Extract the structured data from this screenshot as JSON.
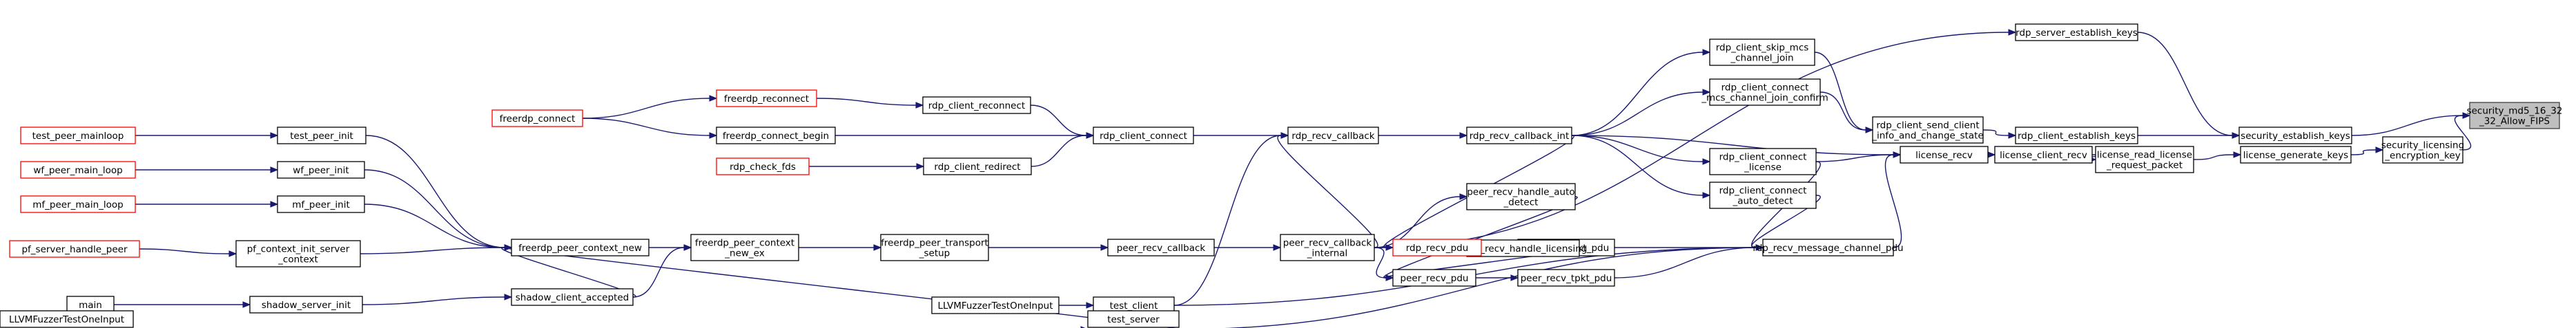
{
  "graph": {
    "nodes": [
      {
        "id": "security_md5",
        "label": [
          "security_md5_16_32",
          "_32_Allow_FIPS"
        ],
        "root": true
      },
      {
        "id": "security_establish_keys",
        "label": [
          "security_establish_keys"
        ]
      },
      {
        "id": "security_licensing_encryption_key",
        "label": [
          "security_licensing",
          "_encryption_key"
        ]
      },
      {
        "id": "rdp_server_establish_keys",
        "label": [
          "rdp_server_establish_keys"
        ]
      },
      {
        "id": "rdp_client_establish_keys",
        "label": [
          "rdp_client_establish_keys"
        ]
      },
      {
        "id": "license_generate_keys",
        "label": [
          "license_generate_keys"
        ]
      },
      {
        "id": "rdp_client_send_client_info",
        "label": [
          "rdp_client_send_client",
          "_info_and_change_state"
        ]
      },
      {
        "id": "license_read_license_request_packet",
        "label": [
          "license_read_license",
          "_request_packet"
        ]
      },
      {
        "id": "rdp_client_skip_mcs",
        "label": [
          "rdp_client_skip_mcs",
          "_channel_join"
        ]
      },
      {
        "id": "rdp_client_connect_mcs",
        "label": [
          "rdp_client_connect",
          "_mcs_channel_join_confirm"
        ]
      },
      {
        "id": "license_client_recv",
        "label": [
          "license_client_recv"
        ]
      },
      {
        "id": "license_recv",
        "label": [
          "license_recv"
        ]
      },
      {
        "id": "rdp_recv_callback_int",
        "label": [
          "rdp_recv_callback_int"
        ]
      },
      {
        "id": "rdp_client_connect_license",
        "label": [
          "rdp_client_connect",
          "_license"
        ]
      },
      {
        "id": "rdp_recv_message_channel_pdu",
        "label": [
          "rdp_recv_message_channel_pdu"
        ]
      },
      {
        "id": "rdp_recv_callback",
        "label": [
          "rdp_recv_callback"
        ]
      },
      {
        "id": "peer_recv_callback_internal",
        "label": [
          "peer_recv_callback",
          "_internal"
        ]
      },
      {
        "id": "rdp_client_connect_auto_detect",
        "label": [
          "rdp_client_connect",
          "_auto_detect"
        ]
      },
      {
        "id": "rdp_recv_tpkt_pdu",
        "label": [
          "rdp_recv_tpkt_pdu"
        ]
      },
      {
        "id": "peer_recv_tpkt_pdu",
        "label": [
          "peer_recv_tpkt_pdu"
        ]
      },
      {
        "id": "rdp_client_connect",
        "label": [
          "rdp_client_connect"
        ]
      },
      {
        "id": "test_client",
        "label": [
          "test_client"
        ]
      },
      {
        "id": "peer_recv_callback",
        "label": [
          "peer_recv_callback"
        ]
      },
      {
        "id": "peer_recv_handle_auto_detect",
        "label": [
          "peer_recv_handle_auto",
          "_detect"
        ]
      },
      {
        "id": "peer_recv_handle_licensing",
        "label": [
          "peer_recv_handle_licensing"
        ]
      },
      {
        "id": "rdp_recv_pdu",
        "label": [
          "rdp_recv_pdu"
        ],
        "truncated": true
      },
      {
        "id": "peer_recv_pdu",
        "label": [
          "peer_recv_pdu"
        ]
      },
      {
        "id": "test_server",
        "label": [
          "test_server"
        ]
      },
      {
        "id": "rdp_client_reconnect",
        "label": [
          "rdp_client_reconnect"
        ]
      },
      {
        "id": "rdp_client_redirect",
        "label": [
          "rdp_client_redirect"
        ]
      },
      {
        "id": "freerdp_connect_begin",
        "label": [
          "freerdp_connect_begin"
        ]
      },
      {
        "id": "freerdp_reconnect",
        "label": [
          "freerdp_reconnect"
        ],
        "truncated": true
      },
      {
        "id": "freerdp_connect",
        "label": [
          "freerdp_connect"
        ],
        "truncated": true
      },
      {
        "id": "rdp_check_fds",
        "label": [
          "rdp_check_fds"
        ],
        "truncated": true
      },
      {
        "id": "freerdp_peer_transport_setup",
        "label": [
          "freerdp_peer_transport",
          "_setup"
        ]
      },
      {
        "id": "freerdp_peer_context_new_ex",
        "label": [
          "freerdp_peer_context",
          "_new_ex"
        ]
      },
      {
        "id": "freerdp_peer_context_new",
        "label": [
          "freerdp_peer_context_new"
        ]
      },
      {
        "id": "shadow_client_accepted",
        "label": [
          "shadow_client_accepted"
        ]
      },
      {
        "id": "test_peer_init",
        "label": [
          "test_peer_init"
        ]
      },
      {
        "id": "wf_peer_init",
        "label": [
          "wf_peer_init"
        ]
      },
      {
        "id": "mf_peer_init",
        "label": [
          "mf_peer_init"
        ]
      },
      {
        "id": "pf_context_init_server_context",
        "label": [
          "pf_context_init_server",
          "_context"
        ]
      },
      {
        "id": "shadow_server_init",
        "label": [
          "shadow_server_init"
        ]
      },
      {
        "id": "test_peer_mainloop",
        "label": [
          "test_peer_mainloop"
        ],
        "truncated": true
      },
      {
        "id": "wf_peer_main_loop",
        "label": [
          "wf_peer_main_loop"
        ],
        "truncated": true
      },
      {
        "id": "mf_peer_main_loop",
        "label": [
          "mf_peer_main_loop"
        ],
        "truncated": true
      },
      {
        "id": "pf_server_handle_peer",
        "label": [
          "pf_server_handle_peer"
        ],
        "truncated": true
      },
      {
        "id": "main",
        "label": [
          "main"
        ]
      },
      {
        "id": "llvm_fuzzer_1",
        "label": [
          "LLVMFuzzerTestOneInput"
        ]
      },
      {
        "id": "llvm_fuzzer_2",
        "label": [
          "LLVMFuzzerTestOneInput"
        ]
      }
    ],
    "edges": [
      [
        "security_establish_keys",
        "security_md5"
      ],
      [
        "security_licensing_encryption_key",
        "security_md5"
      ],
      [
        "rdp_server_establish_keys",
        "security_establish_keys"
      ],
      [
        "rdp_client_establish_keys",
        "security_establish_keys"
      ],
      [
        "license_generate_keys",
        "security_licensing_encryption_key"
      ],
      [
        "rdp_client_send_client_info",
        "rdp_client_establish_keys"
      ],
      [
        "license_read_license_request_packet",
        "license_generate_keys"
      ],
      [
        "rdp_client_skip_mcs",
        "rdp_client_send_client_info"
      ],
      [
        "rdp_client_connect_mcs",
        "rdp_client_send_client_info"
      ],
      [
        "license_client_recv",
        "license_read_license_request_packet"
      ],
      [
        "license_recv",
        "license_client_recv"
      ],
      [
        "rdp_recv_callback_int",
        "rdp_client_skip_mcs"
      ],
      [
        "rdp_recv_callback_int",
        "rdp_client_connect_mcs"
      ],
      [
        "rdp_recv_callback_int",
        "license_recv"
      ],
      [
        "rdp_client_connect_license",
        "license_recv"
      ],
      [
        "rdp_recv_message_channel_pdu",
        "license_recv"
      ],
      [
        "peer_recv_callback_internal",
        "rdp_server_establish_keys"
      ],
      [
        "rdp_recv_callback",
        "rdp_recv_callback_int"
      ],
      [
        "rdp_recv_callback_int",
        "rdp_client_connect_license"
      ],
      [
        "rdp_recv_callback_int",
        "rdp_client_connect_auto_detect"
      ],
      [
        "rdp_recv_callback_int",
        "rdp_recv_pdu"
      ],
      [
        "rdp_client_connect_license",
        "rdp_recv_message_channel_pdu"
      ],
      [
        "rdp_client_connect_auto_detect",
        "rdp_recv_message_channel_pdu"
      ],
      [
        "rdp_recv_tpkt_pdu",
        "rdp_recv_message_channel_pdu"
      ],
      [
        "peer_recv_tpkt_pdu",
        "rdp_recv_message_channel_pdu"
      ],
      [
        "rdp_recv_pdu",
        "rdp_recv_tpkt_pdu"
      ],
      [
        "peer_recv_pdu",
        "peer_recv_tpkt_pdu"
      ],
      [
        "rdp_client_connect",
        "rdp_recv_callback"
      ],
      [
        "peer_recv_callback_internal",
        "rdp_recv_callback"
      ],
      [
        "test_client",
        "rdp_recv_callback"
      ],
      [
        "peer_recv_callback",
        "peer_recv_callback_internal"
      ],
      [
        "peer_recv_callback_internal",
        "peer_recv_handle_auto_detect"
      ],
      [
        "peer_recv_callback_internal",
        "peer_recv_handle_licensing"
      ],
      [
        "peer_recv_callback_internal",
        "peer_recv_pdu"
      ],
      [
        "peer_recv_handle_auto_detect",
        "peer_recv_pdu"
      ],
      [
        "peer_recv_handle_licensing",
        "peer_recv_pdu"
      ],
      [
        "test_client",
        "rdp_recv_message_channel_pdu"
      ],
      [
        "test_server",
        "rdp_recv_message_channel_pdu"
      ],
      [
        "rdp_client_reconnect",
        "rdp_client_connect"
      ],
      [
        "rdp_client_redirect",
        "rdp_client_connect"
      ],
      [
        "freerdp_connect_begin",
        "rdp_client_connect"
      ],
      [
        "freerdp_reconnect",
        "rdp_client_reconnect"
      ],
      [
        "freerdp_connect",
        "freerdp_reconnect"
      ],
      [
        "freerdp_connect",
        "freerdp_connect_begin"
      ],
      [
        "rdp_check_fds",
        "rdp_client_redirect"
      ],
      [
        "freerdp_peer_transport_setup",
        "peer_recv_callback"
      ],
      [
        "freerdp_peer_context_new_ex",
        "freerdp_peer_transport_setup"
      ],
      [
        "freerdp_peer_context_new",
        "freerdp_peer_context_new_ex"
      ],
      [
        "shadow_client_accepted",
        "freerdp_peer_context_new_ex"
      ],
      [
        "test_peer_init",
        "freerdp_peer_context_new"
      ],
      [
        "wf_peer_init",
        "freerdp_peer_context_new"
      ],
      [
        "mf_peer_init",
        "freerdp_peer_context_new"
      ],
      [
        "pf_context_init_server_context",
        "freerdp_peer_context_new"
      ],
      [
        "shadow_client_accepted",
        "freerdp_peer_context_new"
      ],
      [
        "test_server",
        "freerdp_peer_context_new"
      ],
      [
        "test_peer_mainloop",
        "test_peer_init"
      ],
      [
        "wf_peer_main_loop",
        "wf_peer_init"
      ],
      [
        "mf_peer_main_loop",
        "mf_peer_init"
      ],
      [
        "pf_server_handle_peer",
        "pf_context_init_server_context"
      ],
      [
        "shadow_server_init",
        "shadow_client_accepted"
      ],
      [
        "main",
        "shadow_server_init"
      ],
      [
        "llvm_fuzzer_1",
        "test_client"
      ],
      [
        "llvm_fuzzer_2",
        "test_server"
      ]
    ]
  }
}
